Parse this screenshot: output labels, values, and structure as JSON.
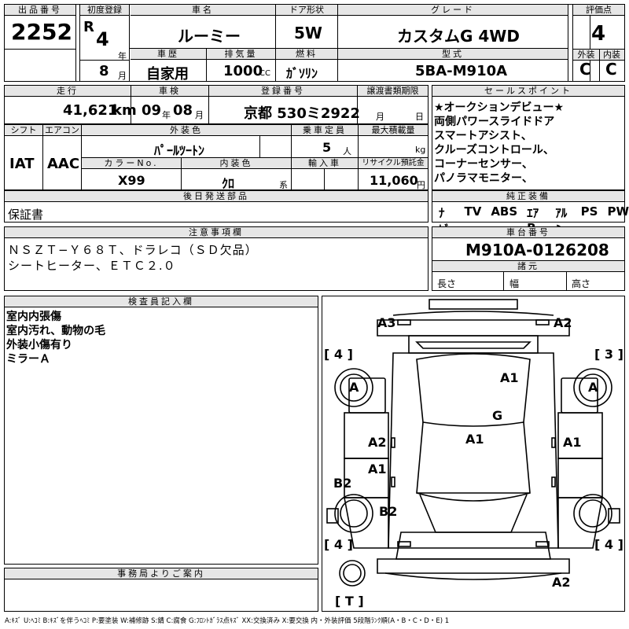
{
  "headers": {
    "lot_no": "出品番号",
    "first_reg": "初度登録",
    "car_name": "車名",
    "door": "ドア形状",
    "grade": "グレード",
    "score": "評価点",
    "history": "車歴",
    "displacement": "排気量",
    "fuel": "燃料",
    "model": "型式",
    "exterior": "外装",
    "interior": "内装",
    "mileage": "走行",
    "inspection": "車検",
    "reg_no": "登録番号",
    "transfer": "譲渡書類期限",
    "sales_point": "セールスポイント",
    "shift": "シフト",
    "aircon": "エアコン",
    "ext_color": "外装色",
    "capacity": "乗車定員",
    "max_load": "最大積載量",
    "color_no": "カラーNo.",
    "int_color": "内装色",
    "import": "輸入車",
    "recycle": "リサイクル預託金",
    "later_docs": "後日発送部品",
    "equipment": "純正装備",
    "notes": "注意事項欄",
    "chassis_no": "車台番号",
    "specs": "諸元",
    "inspector": "検査員記入欄",
    "office": "事務局よりご案内"
  },
  "vehicle": {
    "lot_no": "2252",
    "era": "R",
    "year": "4",
    "year_unit": "年",
    "month": "8",
    "month_unit": "月",
    "car_name": "ルーミー",
    "door": "5W",
    "grade": "カスタムG 4WD",
    "score": "4",
    "history": "自家用",
    "displacement": "1000",
    "displacement_unit": "CC",
    "fuel": "ｶﾞｿﾘﾝ",
    "model": "5BA-M910A",
    "exterior_grade": "C",
    "interior_grade": "C",
    "mileage": "41,621",
    "mileage_unit": "km",
    "insp_year": "09",
    "insp_year_unit": "年",
    "insp_month": "08",
    "insp_month_unit": "月",
    "reg_no": "京都 530ミ2922",
    "transfer_month": "月",
    "transfer_day": "日",
    "shift": "IAT",
    "aircon": "AAC",
    "ext_color": "ﾊﾟｰﾙﾂｰﾄﾝ",
    "capacity": "5",
    "capacity_unit": "人",
    "load_unit": "kg",
    "color_no": "X99",
    "int_color": "ｸﾛ",
    "int_color_unit": "系",
    "recycle": "11,060",
    "recycle_unit": "円",
    "later_docs": "保証書",
    "chassis_no": "M910A-0126208",
    "spec_length": "長さ",
    "spec_width": "幅",
    "spec_height": "高さ"
  },
  "sales_points": [
    "★オークションデビュー★",
    "両側パワースライドドア",
    "スマートアシスト、",
    "クルーズコントロール、",
    "コーナーセンサー、",
    "パノラマモニター、"
  ],
  "equipment": [
    "ﾅﾋﾞ",
    "TV",
    "ABS",
    "ｴｱB",
    "ｱﾙﾐ",
    "PS",
    "PW"
  ],
  "notes": [
    "ＮＳＺＴ−Ｙ６８Ｔ、ドラレコ（ＳＤ欠品）",
    "シートヒーター、ＥＴＣ２.０"
  ],
  "inspector_notes": [
    "室内内張傷",
    "室内汚れ、動物の毛",
    "外装小傷有り",
    "ミラーＡ"
  ],
  "diagram": {
    "marks": [
      "A3",
      "A2",
      "A1",
      "G",
      "A1",
      "A2",
      "A1",
      "A1",
      "B2",
      "B2",
      "A2",
      "A",
      "A"
    ],
    "tires": [
      "[ 4 ]",
      "[ 3 ]",
      "[ 4 ]",
      "[ 4 ]",
      "[ T ]"
    ]
  },
  "legend": "A:ｷｽﾞ U:ﾍｺﾐ B:ｷｽﾞを伴うﾍｺﾐ P:要塗装 W:補修跡 S:錆 C:腐食 G:ﾌﾛﾝﾄｶﾞﾗｽ点ｷｽﾞ XX:交換済み X:要交換  内・外装評価 5段階ﾗﾝｸ順(A・B・C・D・E) 1"
}
